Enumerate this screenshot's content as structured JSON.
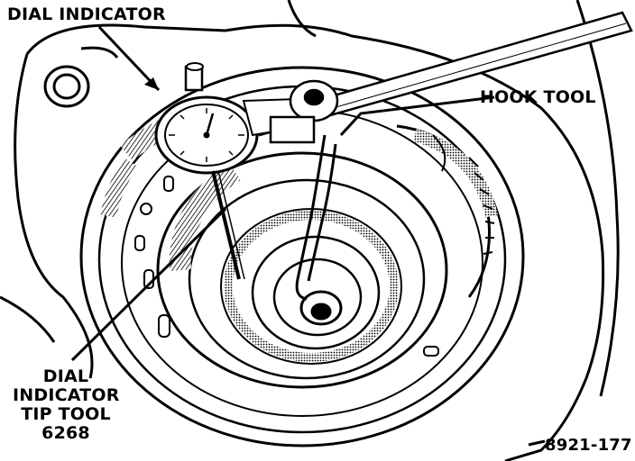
{
  "labels": {
    "dial_indicator": "DIAL INDICATOR",
    "hook_tool": "HOOK TOOL",
    "tip_tool_line1": "DIAL",
    "tip_tool_line2": "INDICATOR",
    "tip_tool_line3": "TIP TOOL",
    "tip_tool_line4": "6268",
    "figure_number": "8921-177"
  },
  "colors": {
    "ink": "#000000",
    "paper": "#ffffff"
  }
}
